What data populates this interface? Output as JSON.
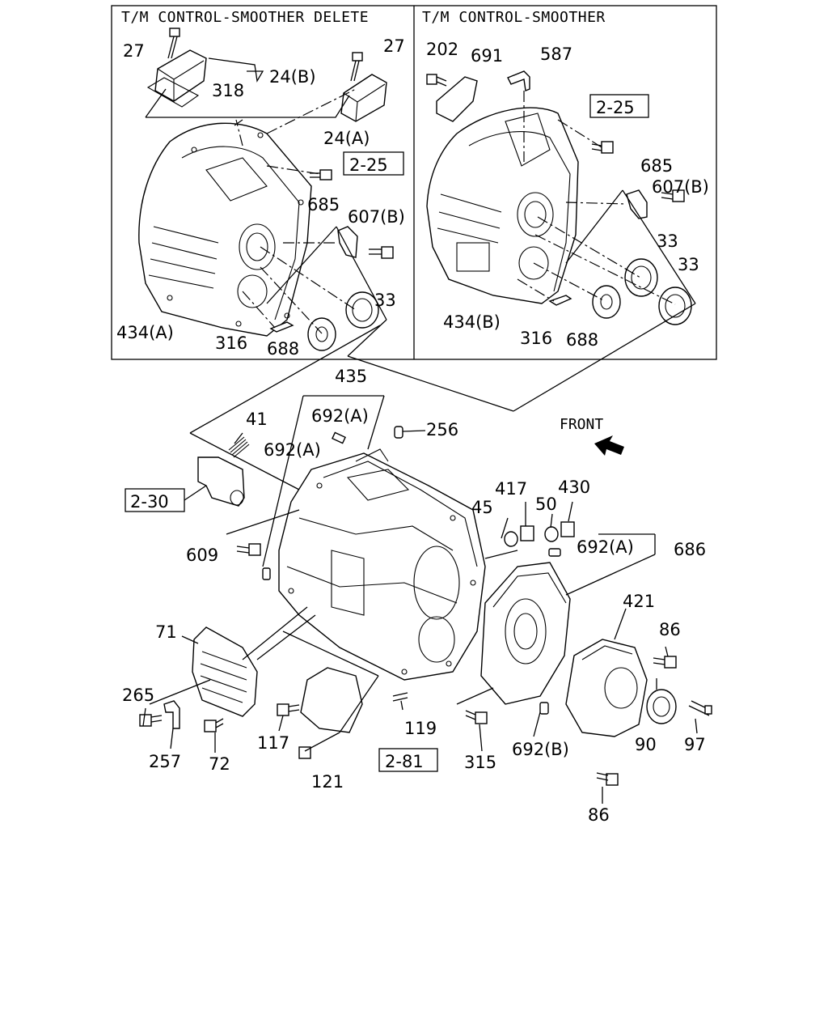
{
  "insets": {
    "left_title": "T/M CONTROL-SMOOTHER DELETE",
    "right_title": "T/M CONTROL-SMOOTHER"
  },
  "front_label": "FRONT",
  "ref_boxes": {
    "left_inset": "2-25",
    "right_inset": "2-25",
    "main_left": "2-30",
    "main_bottom": "2-81"
  },
  "callouts": {
    "l27a": "27",
    "l27b": "27",
    "l24b": "24(B)",
    "l318": "318",
    "l24a": "24(A)",
    "l685": "685",
    "l607b": "607(B)",
    "l33": "33",
    "l434a": "434(A)",
    "l316": "316",
    "l688": "688",
    "r202": "202",
    "r691": "691",
    "r587": "587",
    "r685": "685",
    "r607b": "607(B)",
    "r33a": "33",
    "r33b": "33",
    "r434b": "434(B)",
    "r316": "316",
    "r688": "688",
    "m435": "435",
    "m692a_top": "692(A)",
    "m256": "256",
    "m41": "41",
    "m692a_left": "692(A)",
    "m609": "609",
    "m45": "45",
    "m417": "417",
    "m50": "50",
    "m430": "430",
    "m692a_right": "692(A)",
    "m686": "686",
    "m421": "421",
    "m86_top": "86",
    "m71": "71",
    "m265": "265",
    "m257": "257",
    "m72": "72",
    "m117": "117",
    "m119": "119",
    "m121": "121",
    "m315": "315",
    "m692b": "692(B)",
    "m90": "90",
    "m97": "97",
    "m86_bottom": "86"
  }
}
